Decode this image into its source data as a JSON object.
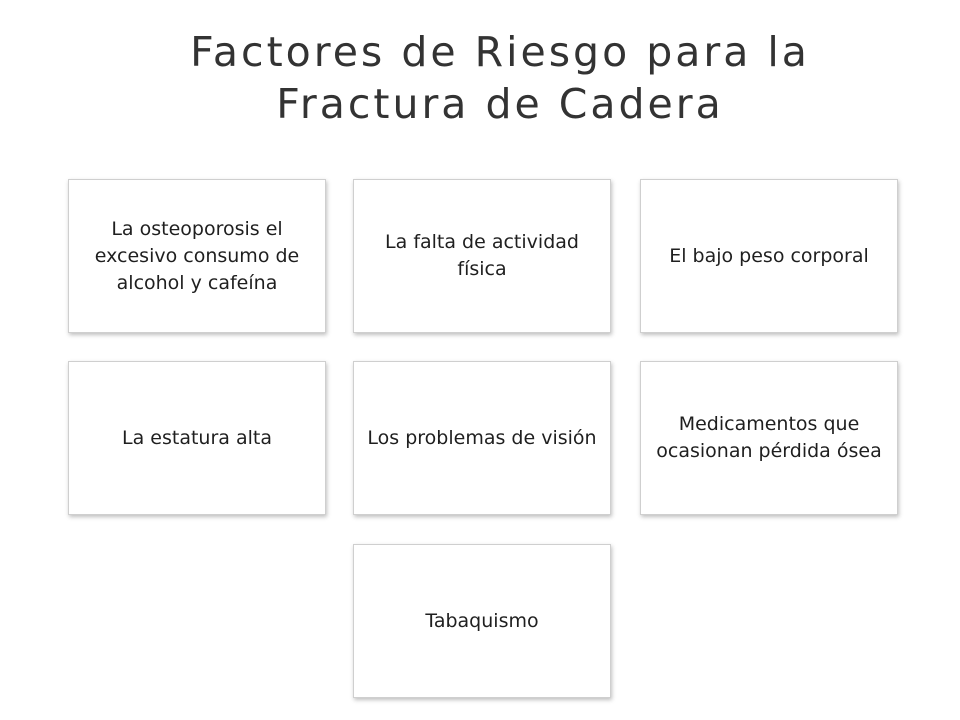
{
  "title": "Factores de Riesgo para la Fractura de Cadera",
  "factors": [
    "La osteoporosis el excesivo consumo de alcohol y cafeína",
    "La falta de actividad física",
    "El bajo peso corporal",
    "La estatura alta",
    "Los problemas de visión",
    "Medicamentos que ocasionan pérdida ósea",
    "Tabaquismo"
  ]
}
